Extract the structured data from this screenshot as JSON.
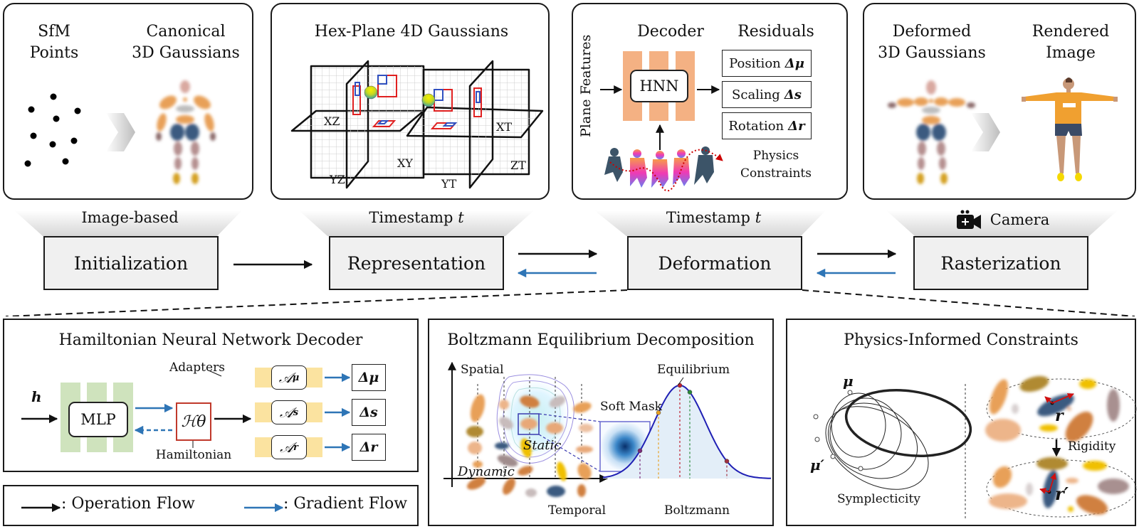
{
  "top_panels": {
    "initialization": {
      "sfm_label": "SfM\nPoints",
      "sfm_line1": "SfM",
      "sfm_line2": "Points",
      "canon_line1": "Canonical",
      "canon_line2": "3D Gaussians"
    },
    "representation": {
      "title": "Hex-Plane 4D Gaussians",
      "plane_labels": [
        "XZ",
        "XY",
        "YZ",
        "XT",
        "ZT",
        "YT"
      ]
    },
    "deformation": {
      "input_label": "Plane Features",
      "decoder_label": "Decoder",
      "hnn_label": "HNN",
      "residuals_label": "Residuals",
      "residuals": [
        {
          "name": "Position",
          "symbol": "Δμ"
        },
        {
          "name": "Scaling",
          "symbol": "Δs"
        },
        {
          "name": "Rotation",
          "symbol": "Δr"
        }
      ],
      "physics_line1": "Physics",
      "physics_line2": "Constraints"
    },
    "rasterization": {
      "deformed_line1": "Deformed",
      "deformed_line2": "3D Gaussians",
      "rendered_line1": "Rendered",
      "rendered_line2": "Image"
    }
  },
  "pipeline": {
    "stages": [
      {
        "label": "Initialization",
        "input": "Image-based"
      },
      {
        "label": "Representation",
        "input": "Timestamp",
        "input_var": "t"
      },
      {
        "label": "Deformation",
        "input": "Timestamp",
        "input_var": "t"
      },
      {
        "label": "Rasterization",
        "input": "Camera",
        "input_icon": "camera-icon"
      }
    ]
  },
  "hnn_panel": {
    "title": "Hamiltonian Neural Network Decoder",
    "input_var": "h",
    "mlp_label": "MLP",
    "hamiltonian_symbol": "ℋθ",
    "hamiltonian_label": "Hamiltonian",
    "adapters_label": "Adapters",
    "adapters": [
      {
        "symbol": "𝒜",
        "sub": "μ",
        "output": "Δμ"
      },
      {
        "symbol": "𝒜",
        "sub": "s",
        "output": "Δs"
      },
      {
        "symbol": "𝒜",
        "sub": "r",
        "output": "Δr"
      }
    ]
  },
  "legend": {
    "operation_flow": ": Operation Flow",
    "gradient_flow": ": Gradient Flow"
  },
  "boltzmann_panel": {
    "title": "Boltzmann Equilibrium Decomposition",
    "y_axis": "Spatial",
    "x_axis": "Temporal",
    "static_label": "Static",
    "dynamic_label": "Dynamic",
    "soft_mask_label": "Soft Mask",
    "equilibrium_label": "Equilibrium",
    "curve_label": "Boltzmann"
  },
  "physics_panel": {
    "title": "Physics-Informed Constraints",
    "mu_label": "μ",
    "mu_prime_label": "μ′",
    "symplecticity_label": "Symplecticity",
    "rigidity_label": "Rigidity",
    "r_label": "r",
    "r_prime_label": "r′"
  },
  "colors": {
    "operation_arrow": "#111111",
    "gradient_arrow": "#2e75b6",
    "mlp_bar": "#cfe3bd",
    "adapter_bar": "#fbe3a0",
    "hnn_bar": "#f4b183",
    "hamiltonian_border": "#c0392b",
    "stage_fill": "#f0f0f0",
    "curve": "#1f1fb4",
    "curve_fill": "#e3eef8"
  }
}
